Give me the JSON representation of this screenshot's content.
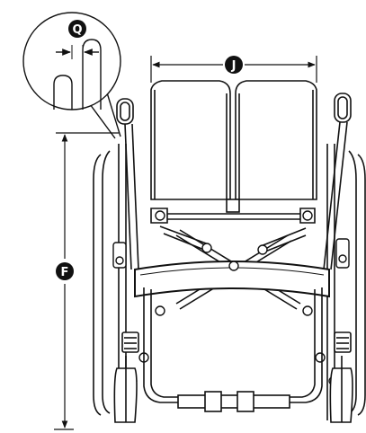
{
  "labels": {
    "seat_width": "J",
    "seat_height": "F",
    "detail": "Q"
  },
  "colors": {
    "ink": "#111111",
    "paper": "#ffffff"
  }
}
